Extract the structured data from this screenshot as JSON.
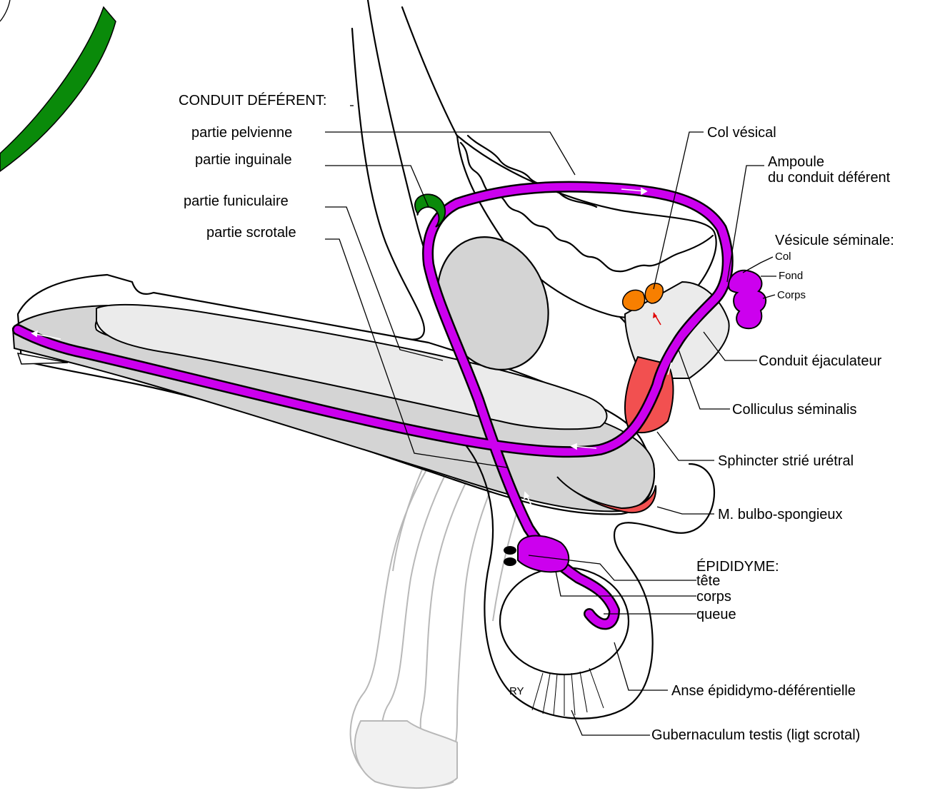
{
  "colors": {
    "duct": "#cc00ee",
    "tissue_grey": "#d4d4d4",
    "tissue_light": "#ebebeb",
    "muscle_red": "#f25050",
    "orange": "#f77f00",
    "green": "#0a8a0a",
    "ghost_outline": "#b8b8b8"
  },
  "labels": {
    "conduit_deferent": "CONDUIT DÉFÉRENT:",
    "partie_pelvienne": "partie pelvienne",
    "partie_inguinale": "partie inguinale",
    "partie_funiculaire": "partie funiculaire",
    "partie_scrotale": "partie scrotale",
    "col_vesical": "Col vésical",
    "ampoule_line1": "Ampoule",
    "ampoule_line2": "du conduit déférent",
    "vesicule_seminale": "Vésicule séminale:",
    "vs_col": "Col",
    "vs_fond": "Fond",
    "vs_corps": "Corps",
    "conduit_ejaculateur": "Conduit éjaculateur",
    "colliculus": "Colliculus séminalis",
    "sphincter": "Sphincter strié urétral",
    "bulbo": "M. bulbo-spongieux",
    "epididyme": "ÉPIDIDYME:",
    "tete": "tête",
    "corps": "corps",
    "queue": "queue",
    "anse": "Anse épididymo-déférentielle",
    "gubernaculum": "Gubernaculum testis (ligt scrotal)",
    "ry": "RY"
  }
}
